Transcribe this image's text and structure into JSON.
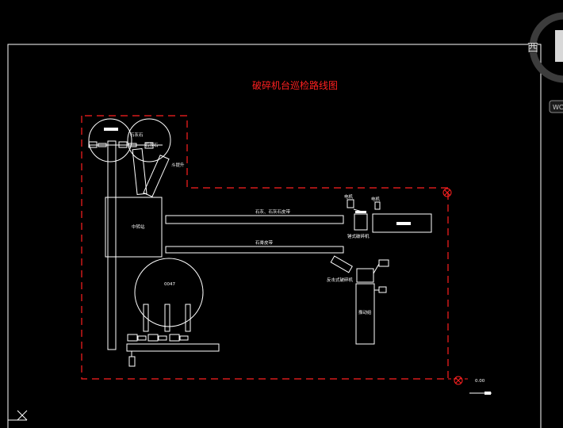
{
  "drawing": {
    "title": "破碎机台巡检路线图",
    "labels": {
      "stone_bin": "石灰石",
      "stone_bin2": "石灰石",
      "lifter": "斗提升",
      "mid_bin": "中转站",
      "conveyor1": "石灰、石灰石皮带",
      "conveyor2": "石膏皮带",
      "motor1": "电机",
      "motor2": "电机",
      "hammer_crusher": "锤式破碎机",
      "counter_crusher": "反击式破碎机",
      "feeder": "振动给",
      "tank_top": "0047",
      "end_marker": "0.00"
    },
    "colors": {
      "route": "#ff2020",
      "lines": "#ffffff",
      "background": "#000000"
    }
  },
  "viewcube": {
    "compass_label": "西",
    "wcs_label": "WCS"
  }
}
